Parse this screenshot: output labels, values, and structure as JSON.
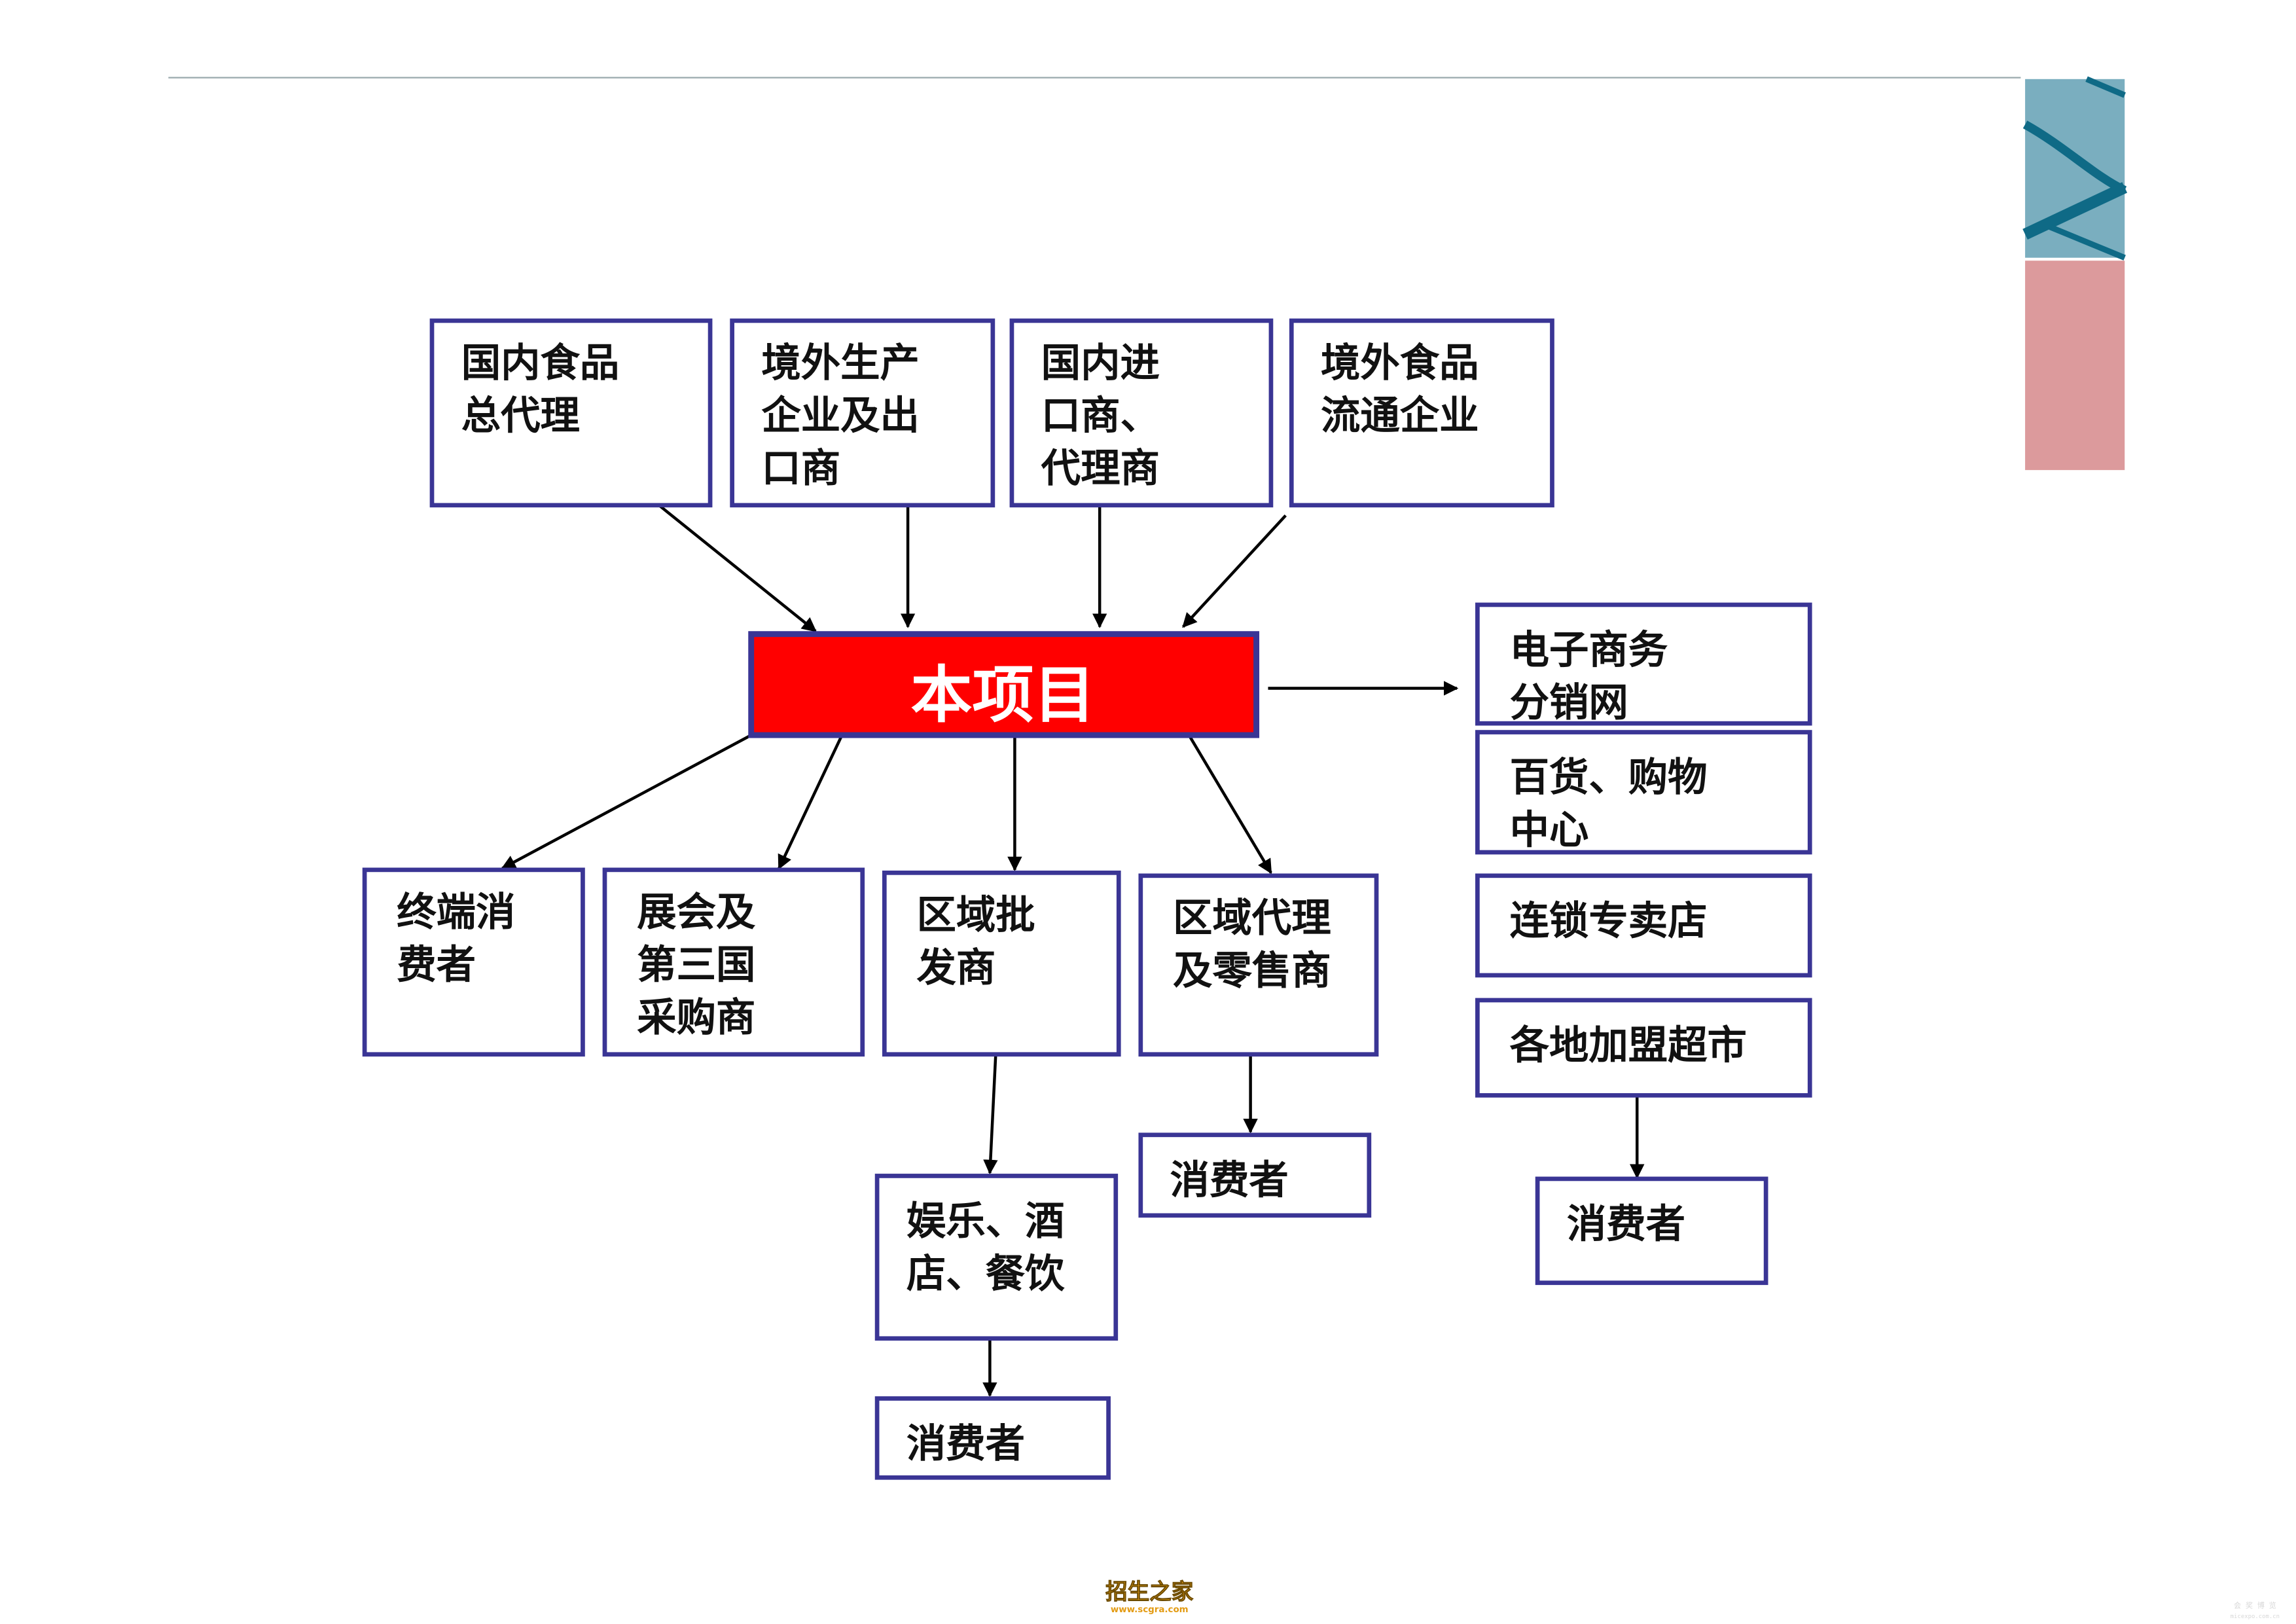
{
  "colors": {
    "box_border": "#3a3595",
    "center_fill": "#ff0000",
    "center_text": "#ffffff",
    "arrow": "#000000",
    "deco_teal": "#7aaebf",
    "deco_pink": "#dc9a9c"
  },
  "diagram": {
    "sources": [
      {
        "lines": [
          "国内食品",
          "总代理"
        ]
      },
      {
        "lines": [
          "境外生产",
          "企业及出",
          "口商"
        ]
      },
      {
        "lines": [
          "国内进",
          "口商、",
          "代理商"
        ]
      },
      {
        "lines": [
          "境外食品",
          "流通企业"
        ]
      }
    ],
    "center": {
      "label": "本项目"
    },
    "right_channels": [
      {
        "lines": [
          "电子商务",
          "分销网"
        ]
      },
      {
        "lines": [
          "百货、购物",
          "中心"
        ]
      },
      {
        "lines": [
          "连锁专卖店"
        ]
      },
      {
        "lines": [
          "各地加盟超市"
        ]
      }
    ],
    "right_consumer": {
      "lines": [
        "消费者"
      ]
    },
    "bottom_channels": [
      {
        "lines": [
          "终端消",
          "费者"
        ]
      },
      {
        "lines": [
          "展会及",
          "第三国",
          "采购商"
        ]
      },
      {
        "lines": [
          "区域批",
          "发商"
        ]
      },
      {
        "lines": [
          "区域代理",
          "及零售商"
        ]
      }
    ],
    "hospitality": {
      "lines": [
        "娱乐、酒",
        "店、餐饮"
      ]
    },
    "hospitality_consumer": {
      "lines": [
        "消费者"
      ]
    },
    "retail_consumer": {
      "lines": [
        "消费者"
      ]
    }
  },
  "watermark": {
    "logo_text": "招生之家",
    "logo_url": "www.scgra.com",
    "corner_text": "会 奖 博 览",
    "corner_url": "micexpo.com.cn"
  }
}
